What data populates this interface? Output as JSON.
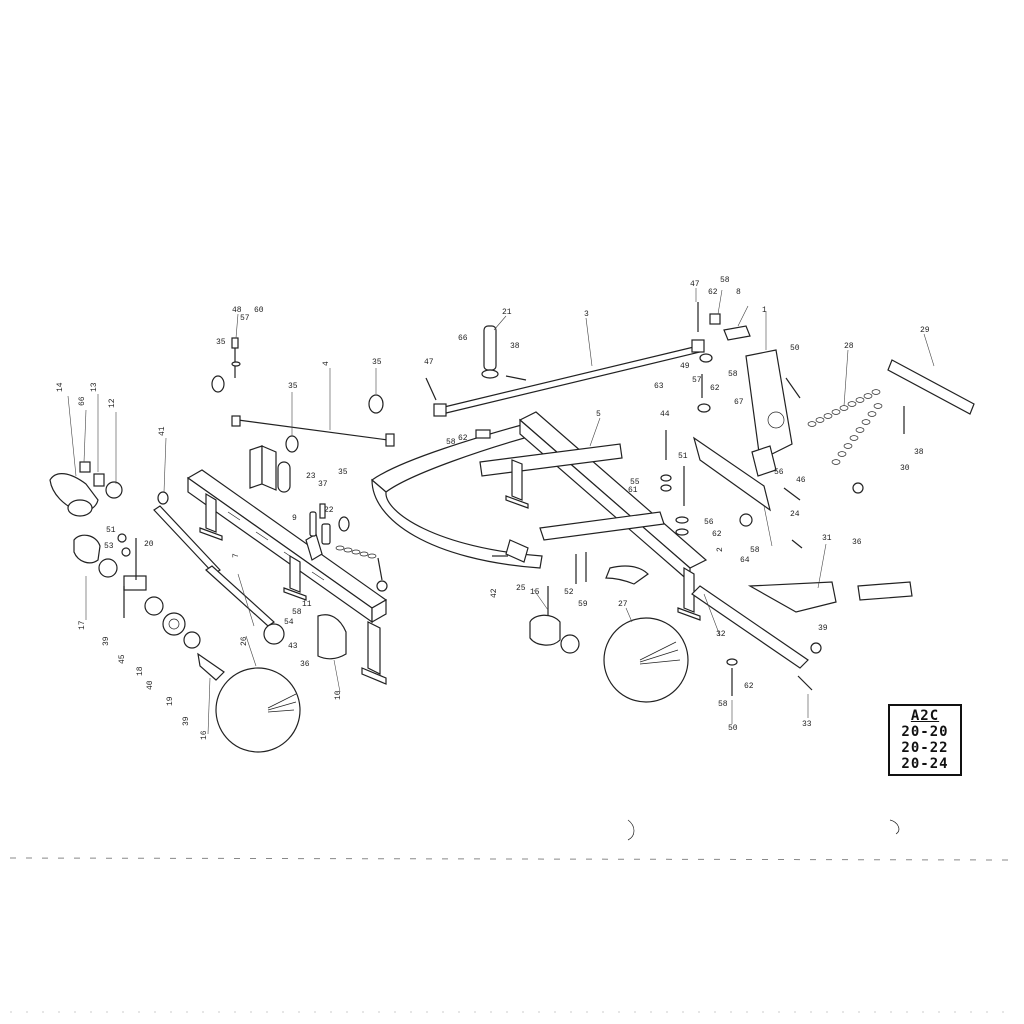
{
  "title_block": {
    "code": "A2C",
    "models": [
      "20-20",
      "20-22",
      "20-24"
    ]
  },
  "part_labels": [
    {
      "id": "l14",
      "text": "14"
    },
    {
      "id": "l13",
      "text": "13"
    },
    {
      "id": "l12",
      "text": "12"
    },
    {
      "id": "l66a",
      "text": "66"
    },
    {
      "id": "l41",
      "text": "41"
    },
    {
      "id": "l51a",
      "text": "51"
    },
    {
      "id": "l53",
      "text": "53"
    },
    {
      "id": "l20",
      "text": "20"
    },
    {
      "id": "l17",
      "text": "17"
    },
    {
      "id": "l39a",
      "text": "39"
    },
    {
      "id": "l45",
      "text": "45"
    },
    {
      "id": "l18",
      "text": "18"
    },
    {
      "id": "l40",
      "text": "40"
    },
    {
      "id": "l19",
      "text": "19"
    },
    {
      "id": "l39b",
      "text": "39"
    },
    {
      "id": "l16",
      "text": "16"
    },
    {
      "id": "l7",
      "text": "7"
    },
    {
      "id": "l26",
      "text": "26"
    },
    {
      "id": "l43",
      "text": "43"
    },
    {
      "id": "l36a",
      "text": "36"
    },
    {
      "id": "l54",
      "text": "54"
    },
    {
      "id": "l58a",
      "text": "58"
    },
    {
      "id": "l11",
      "text": "11"
    },
    {
      "id": "l10",
      "text": "10"
    },
    {
      "id": "l9",
      "text": "9"
    },
    {
      "id": "l23",
      "text": "23"
    },
    {
      "id": "l37",
      "text": "37"
    },
    {
      "id": "l22",
      "text": "22"
    },
    {
      "id": "l35a",
      "text": "35"
    },
    {
      "id": "l4",
      "text": "4"
    },
    {
      "id": "l35b",
      "text": "35"
    },
    {
      "id": "l35c",
      "text": "35"
    },
    {
      "id": "l48a",
      "text": "48"
    },
    {
      "id": "l57a",
      "text": "57"
    },
    {
      "id": "l60",
      "text": "60"
    },
    {
      "id": "l35d",
      "text": "35"
    },
    {
      "id": "l47a",
      "text": "47"
    },
    {
      "id": "l66b",
      "text": "66"
    },
    {
      "id": "l21",
      "text": "21"
    },
    {
      "id": "l38",
      "text": "38"
    },
    {
      "id": "l3",
      "text": "3"
    },
    {
      "id": "l58b",
      "text": "58"
    },
    {
      "id": "l62a",
      "text": "62"
    },
    {
      "id": "l5",
      "text": "5"
    },
    {
      "id": "l47b",
      "text": "47"
    },
    {
      "id": "l58c",
      "text": "58"
    },
    {
      "id": "l62b",
      "text": "62"
    },
    {
      "id": "l8",
      "text": "8"
    },
    {
      "id": "l1",
      "text": "1"
    },
    {
      "id": "l50a",
      "text": "50"
    },
    {
      "id": "l28",
      "text": "28"
    },
    {
      "id": "l29",
      "text": "29"
    },
    {
      "id": "l49",
      "text": "49"
    },
    {
      "id": "l57b",
      "text": "57"
    },
    {
      "id": "l58d",
      "text": "58"
    },
    {
      "id": "l63",
      "text": "63"
    },
    {
      "id": "l62c",
      "text": "62"
    },
    {
      "id": "l67",
      "text": "67"
    },
    {
      "id": "l44",
      "text": "44"
    },
    {
      "id": "l51b",
      "text": "51"
    },
    {
      "id": "l55",
      "text": "55"
    },
    {
      "id": "l61",
      "text": "61"
    },
    {
      "id": "l56a",
      "text": "56"
    },
    {
      "id": "l62d",
      "text": "62"
    },
    {
      "id": "l2",
      "text": "2"
    },
    {
      "id": "l56b",
      "text": "56"
    },
    {
      "id": "l46",
      "text": "46"
    },
    {
      "id": "l30",
      "text": "30"
    },
    {
      "id": "l38b",
      "text": "38"
    },
    {
      "id": "l36b",
      "text": "36"
    },
    {
      "id": "l64",
      "text": "64"
    },
    {
      "id": "l58e",
      "text": "58"
    },
    {
      "id": "l24",
      "text": "24"
    },
    {
      "id": "l31",
      "text": "31"
    },
    {
      "id": "l42",
      "text": "42"
    },
    {
      "id": "l25",
      "text": "25"
    },
    {
      "id": "l15",
      "text": "15"
    },
    {
      "id": "l52",
      "text": "52"
    },
    {
      "id": "l59",
      "text": "59"
    },
    {
      "id": "l27",
      "text": "27"
    },
    {
      "id": "l32",
      "text": "32"
    },
    {
      "id": "l39c",
      "text": "39"
    },
    {
      "id": "l62e",
      "text": "62"
    },
    {
      "id": "l58f",
      "text": "58"
    },
    {
      "id": "l50b",
      "text": "50"
    },
    {
      "id": "l33",
      "text": "33"
    }
  ]
}
